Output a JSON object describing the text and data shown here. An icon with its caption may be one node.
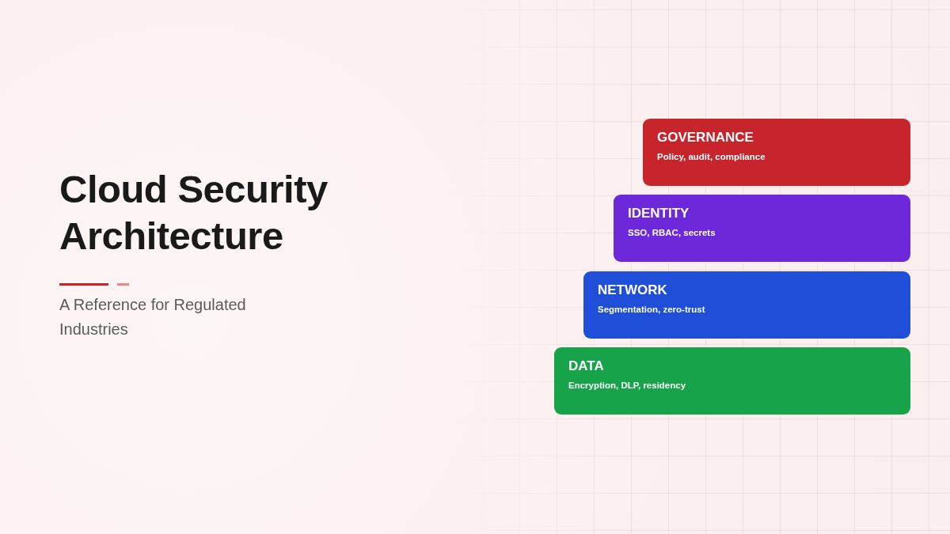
{
  "diagram": {
    "title": "Cloud Security Architecture",
    "caption": "A Reference for Regulated Industries",
    "nodes": [
      {
        "text": [
          "GOVERNANCE",
          "Policy, audit, compliance"
        ]
      },
      {
        "text": [
          "IDENTITY",
          "SSO, RBAC, secrets"
        ]
      },
      {
        "text": [
          "NETWORK",
          "Segmentation, zero-trust"
        ]
      },
      {
        "text": [
          "DATA",
          "Encryption, DLP, residency"
        ]
      }
    ]
  }
}
